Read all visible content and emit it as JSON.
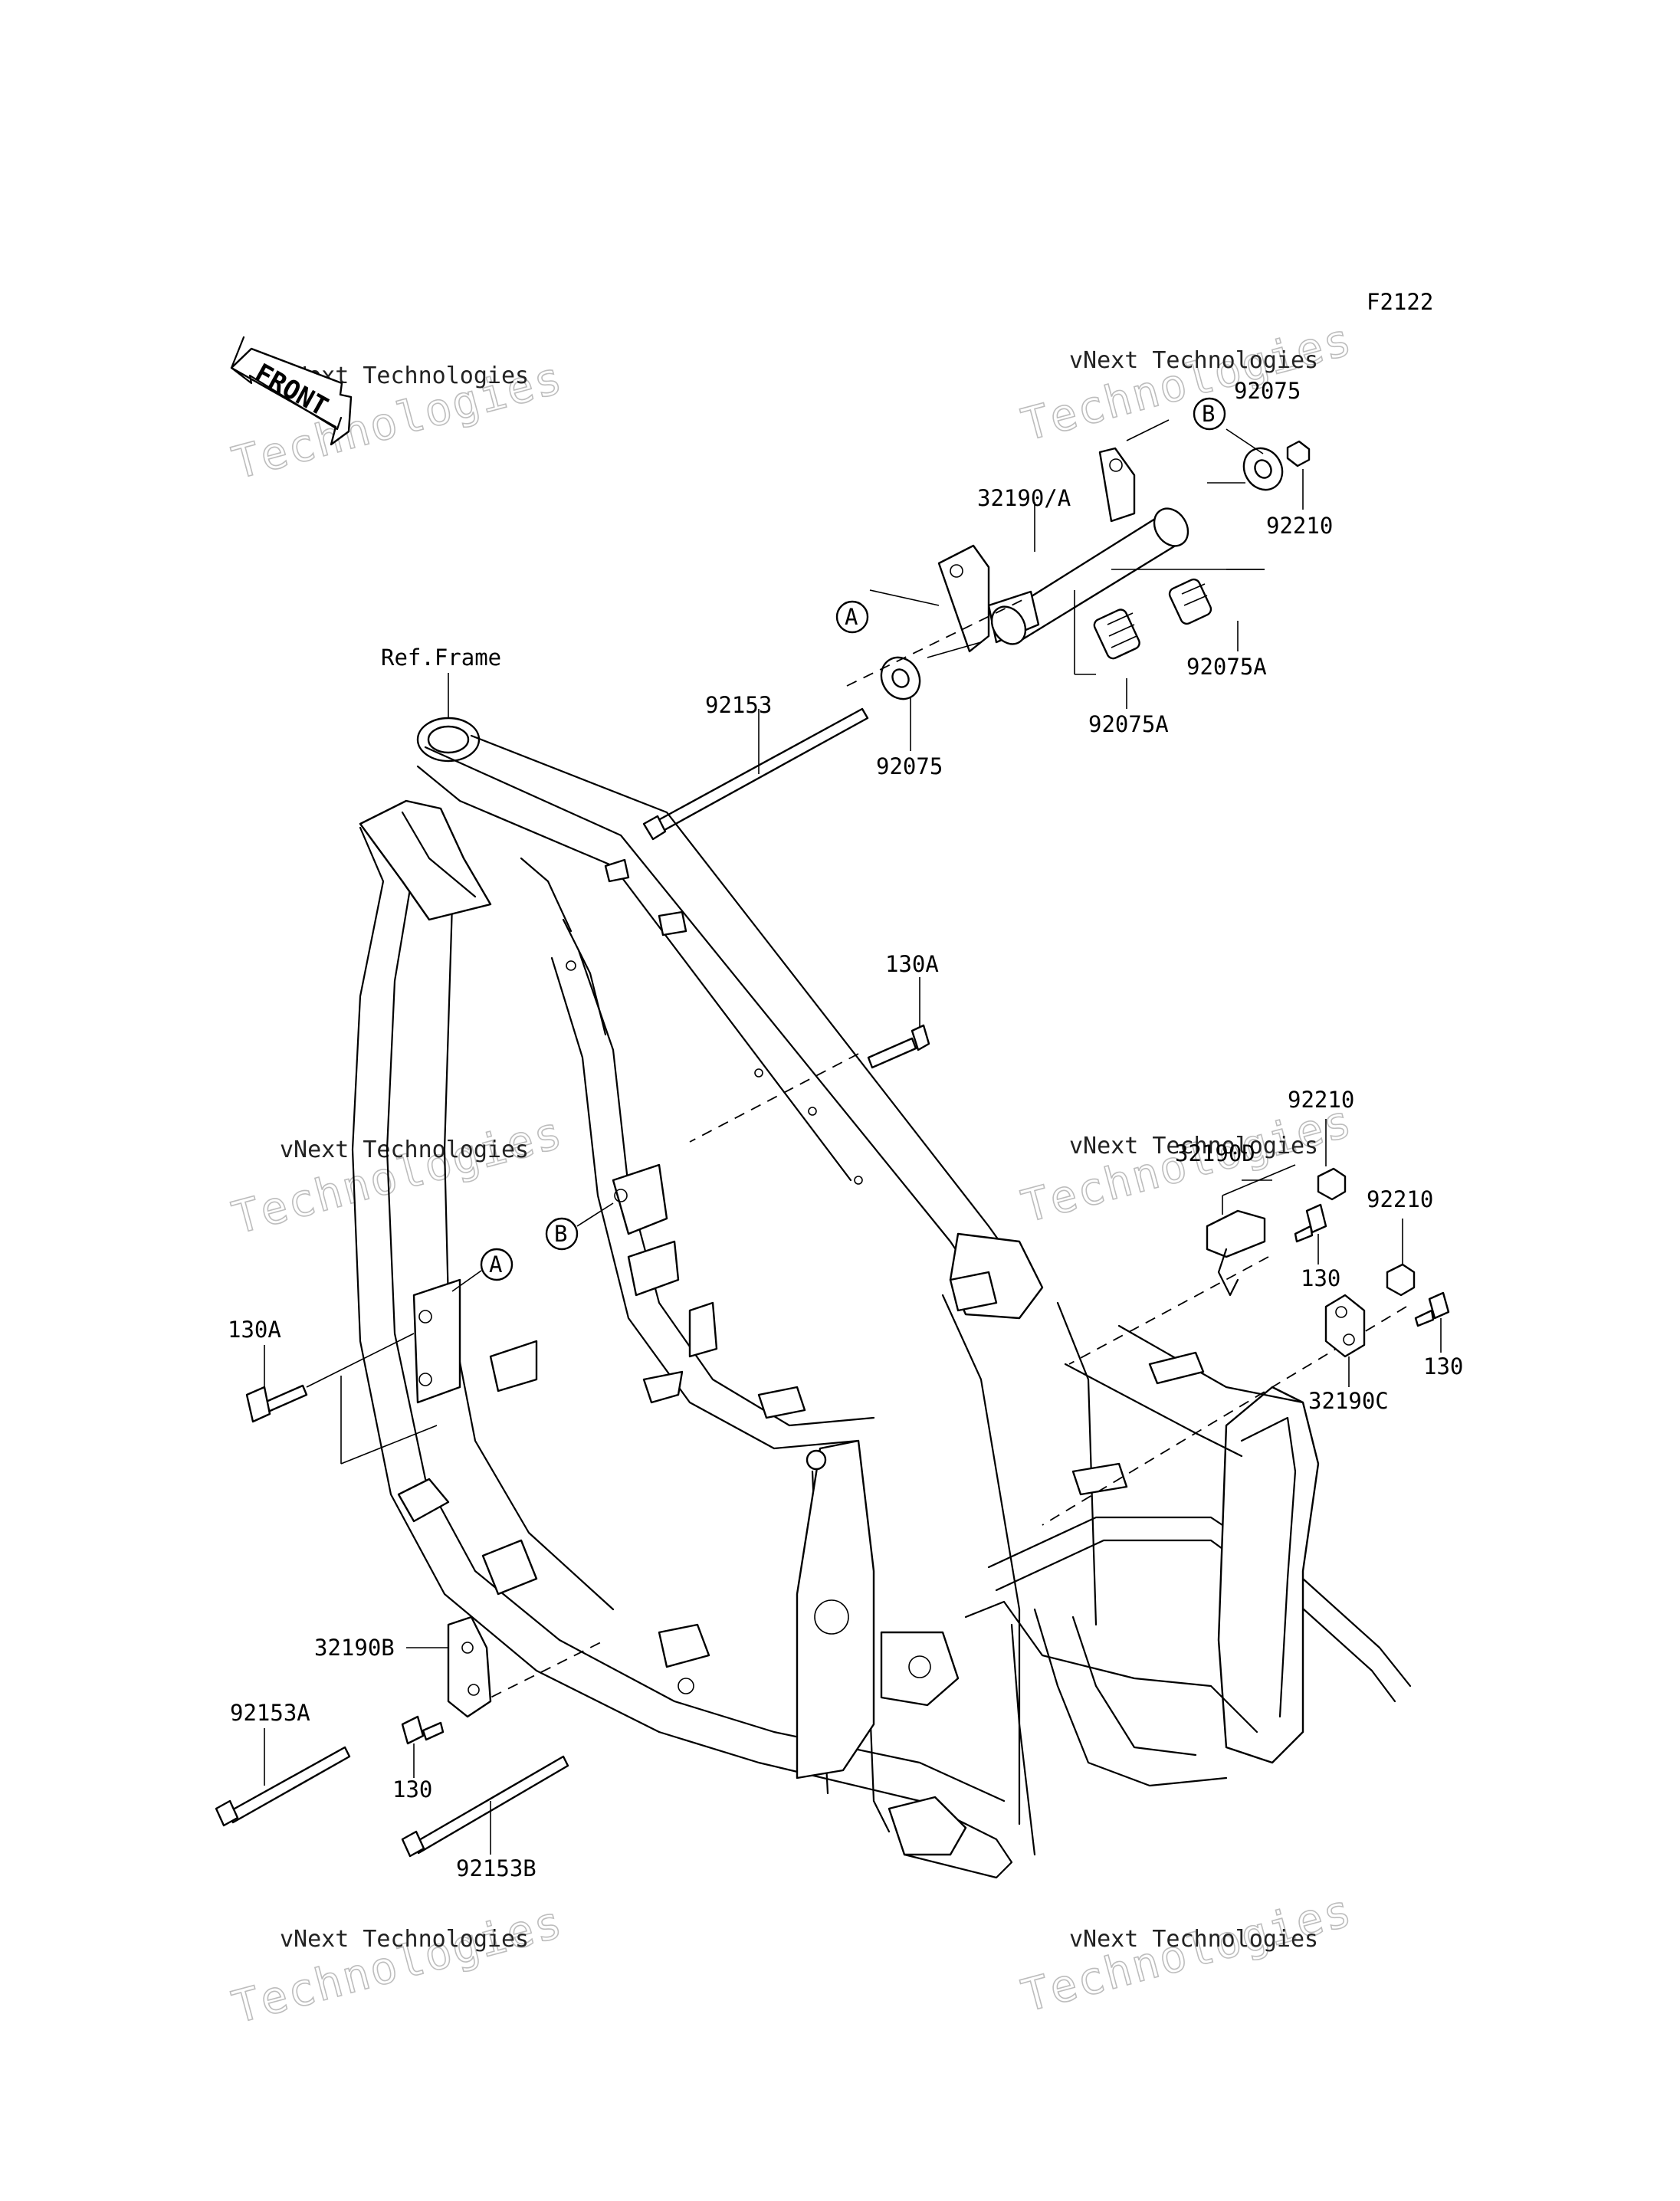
{
  "diagram": {
    "code": "F2122",
    "front_label": "FRONT",
    "ref_label": "Ref.Frame",
    "callouts": {
      "a": "A",
      "b": "B"
    },
    "parts": {
      "p32190a": "32190/A",
      "p92075_top": "92075",
      "p92210_top": "92210",
      "p92075a_1": "92075A",
      "p92075a_2": "92075A",
      "p92153": "92153",
      "p92075_mid": "92075",
      "p130a_top": "130A",
      "p92210_right1": "92210",
      "p32190d": "32190D",
      "p130_right1": "130",
      "p92210_right2": "92210",
      "p130_right2": "130",
      "p32190c": "32190C",
      "p130a_left": "130A",
      "p32190b": "32190B",
      "p92153a": "92153A",
      "p130_bottom": "130",
      "p92153b": "92153B"
    },
    "watermark": {
      "line1": "vNext Technologies",
      "line2": "Technologies"
    }
  },
  "colors": {
    "ink": "#000000",
    "paper": "#ffffff",
    "watermark_outline": "#bdbdbd"
  }
}
